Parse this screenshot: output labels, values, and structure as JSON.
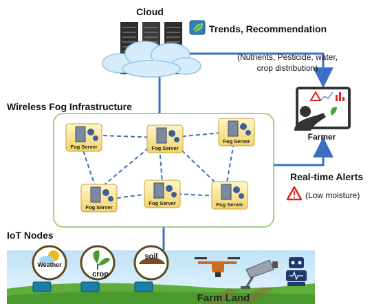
{
  "cloud": {
    "label": "Cloud"
  },
  "trends": {
    "title": "Trends, Recommendation",
    "detail_line1": "(Nutrients, Pesticide, water,",
    "detail_line2": "crop distribution)"
  },
  "fog": {
    "label": "Wireless Fog Infrastructure",
    "servers": [
      {
        "label": "Fog Server"
      },
      {
        "label": "Fog Server"
      },
      {
        "label": "Fog Server"
      },
      {
        "label": "Fog Server"
      },
      {
        "label": "Fog Server"
      },
      {
        "label": "Fog Server"
      }
    ]
  },
  "farmer": {
    "label": "Farmer"
  },
  "alerts": {
    "title": "Real-time Alerts",
    "detail": "(Low moisture)"
  },
  "iot": {
    "label": "IoT Nodes"
  },
  "sensors": [
    {
      "label": "Weather"
    },
    {
      "label": "crop"
    },
    {
      "label": "soil"
    }
  ],
  "farm": {
    "label": "Farm Land"
  },
  "colors": {
    "arrow": "#3b6fc4",
    "fog_border": "#8fbf5a",
    "dashed": "#3b6fc4",
    "alert": "#e02020",
    "farm_sky": "#cfe8f7",
    "farm_grass": "#5fae3c"
  }
}
